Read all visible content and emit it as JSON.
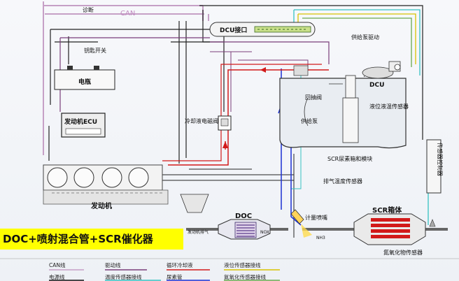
{
  "labels": {
    "diagnosis": "诊断",
    "can": "CAN",
    "dcu_port": "DCU接口",
    "key_switch": "钥匙开关",
    "battery": "电瓶",
    "supply_pump_drive": "供给泵驱动",
    "dcu": "DCU",
    "return_valve": "回抽阀",
    "level_temp_sensor": "液位液温传感器",
    "supply_pump": "供给泵",
    "coolant_valve": "冷却液电磁阀",
    "engine_ecu": "发动机ECU",
    "scr_tank": "SCR尿素箱和模块",
    "exhaust_temp_sensor": "排气温度传感器",
    "sensor_controller": "传感器控制器",
    "engine": "发动机",
    "doc": "DOC",
    "metering_nozzle": "计量喷嘴",
    "scr_box": "SCR箱体",
    "engine_exhaust": "发动机排气",
    "nox": "NOX",
    "nh3": "NH3",
    "nox_sensor": "氮氧化物传感器"
  },
  "banner": "DOC+喷射混合管+SCR催化器",
  "legend": [
    {
      "label": "CAN线",
      "color": "#c6a0c6"
    },
    {
      "label": "驱动线",
      "color": "#7a3e7a"
    },
    {
      "label": "循环冷却液",
      "color": "#d21a1a"
    },
    {
      "label": "液位传感器接线",
      "color": "#d8c200"
    },
    {
      "label": "电源线",
      "color": "#111111"
    },
    {
      "label": "温度传感器接线",
      "color": "#36c2c2"
    },
    {
      "label": "尿素管",
      "color": "#1a2fd2"
    },
    {
      "label": "氮氧化传感器接线",
      "color": "#6aa84f"
    }
  ]
}
